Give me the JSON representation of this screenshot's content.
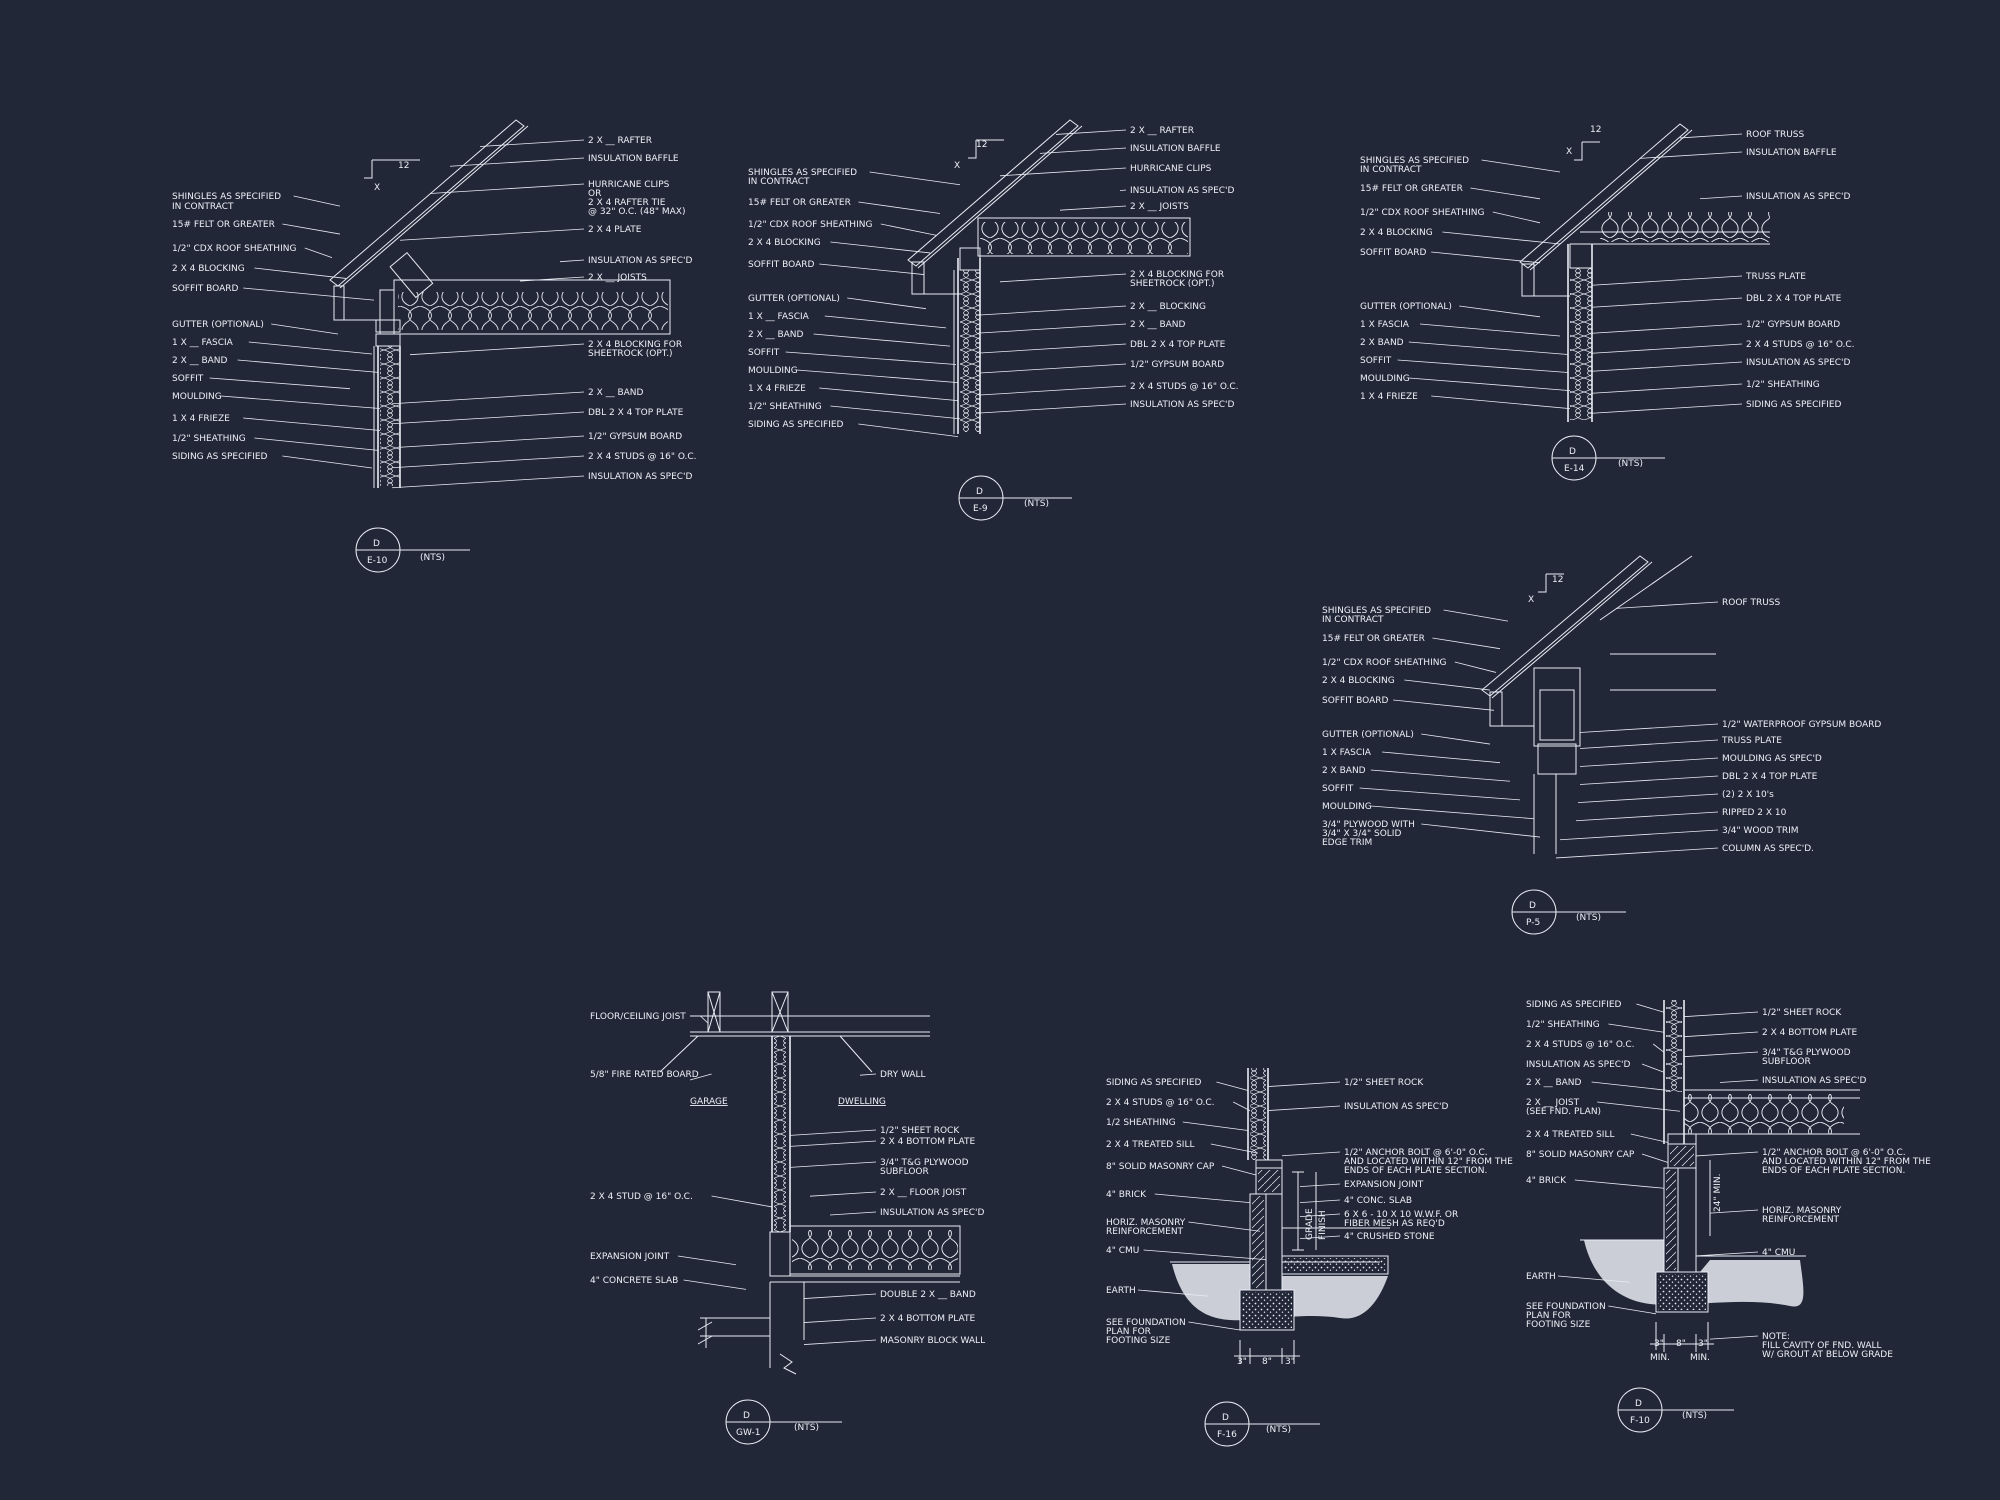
{
  "details": [
    {
      "id": "e10",
      "tag": {
        "letter": "D",
        "sheet": "E-10",
        "scale": "(NTS)"
      },
      "pitch": {
        "rise": "12",
        "marker": "X"
      },
      "left_labels": [
        "SHINGLES AS SPECIFIED",
        "IN CONTRACT",
        "15# FELT OR GREATER",
        "1/2\" CDX ROOF SHEATHING",
        "2 X 4 BLOCKING",
        "SOFFIT BOARD",
        "GUTTER (OPTIONAL)",
        "1 X __ FASCIA",
        "2 X __ BAND",
        "SOFFIT",
        "MOULDING",
        "1 X 4 FRIEZE",
        "1/2\" SHEATHING",
        "SIDING AS SPECIFIED"
      ],
      "right_labels": [
        "2 X __ RAFTER",
        "INSULATION BAFFLE",
        "HURRICANE CLIPS",
        "OR",
        "2 X 4 RAFTER TIE",
        "@ 32\" O.C. (48\" MAX)",
        "2 X 4 PLATE",
        "INSULATION AS SPEC'D",
        "2 X __ JOISTS",
        "2 X 4 BLOCKING FOR",
        "SHEETROCK (OPT.)",
        "2 X __ BAND",
        "DBL 2 X 4 TOP PLATE",
        "1/2\" GYPSUM BOARD",
        "2 X 4 STUDS @ 16\" O.C.",
        "INSULATION AS SPEC'D"
      ]
    },
    {
      "id": "e9",
      "tag": {
        "letter": "D",
        "sheet": "E-9",
        "scale": "(NTS)"
      },
      "pitch": {
        "rise": "12",
        "marker": "X"
      },
      "left_labels": [
        "SHINGLES AS SPECIFIED",
        "IN CONTRACT",
        "15# FELT OR GREATER",
        "1/2\" CDX ROOF SHEATHING",
        "2 X 4 BLOCKING",
        "SOFFIT BOARD",
        "GUTTER (OPTIONAL)",
        "1 X __ FASCIA",
        "2 X __ BAND",
        "SOFFIT",
        "MOULDING",
        "1 X 4 FRIEZE",
        "1/2\" SHEATHING",
        "SIDING AS SPECIFIED"
      ],
      "right_labels": [
        "2 X __ RAFTER",
        "INSULATION BAFFLE",
        "HURRICANE CLIPS",
        "INSULATION AS SPEC'D",
        "2 X __ JOISTS",
        "2 X 4 BLOCKING FOR",
        "SHEETROCK (OPT.)",
        "2 X __ BLOCKING",
        "2 X __ BAND",
        "DBL 2 X 4 TOP PLATE",
        "1/2\" GYPSUM BOARD",
        "2 X 4 STUDS @ 16\" O.C.",
        "INSULATION AS SPEC'D"
      ]
    },
    {
      "id": "e14",
      "tag": {
        "letter": "D",
        "sheet": "E-14",
        "scale": "(NTS)"
      },
      "pitch": {
        "rise": "12",
        "marker": "X"
      },
      "left_labels": [
        "SHINGLES AS SPECIFIED",
        "IN CONTRACT",
        "15# FELT OR GREATER",
        "1/2\" CDX ROOF SHEATHING",
        "2 X 4 BLOCKING",
        "SOFFIT BOARD",
        "GUTTER (OPTIONAL)",
        "1 X FASCIA",
        "2 X BAND",
        "SOFFIT",
        "MOULDING",
        "1 X 4 FRIEZE"
      ],
      "right_labels": [
        "ROOF TRUSS",
        "INSULATION BAFFLE",
        "INSULATION AS SPEC'D",
        "TRUSS PLATE",
        "DBL 2 X 4 TOP PLATE",
        "1/2\" GYPSUM BOARD",
        "2 X 4 STUDS @ 16\" O.C.",
        "INSULATION AS SPEC'D",
        "1/2\" SHEATHING",
        "SIDING AS SPECIFIED"
      ]
    },
    {
      "id": "p5",
      "tag": {
        "letter": "D",
        "sheet": "P-5",
        "scale": "(NTS)"
      },
      "pitch": {
        "rise": "12",
        "marker": "X"
      },
      "left_labels": [
        "SHINGLES AS SPECIFIED",
        "IN CONTRACT",
        "15# FELT OR GREATER",
        "1/2\" CDX ROOF SHEATHING",
        "2 X 4 BLOCKING",
        "SOFFIT BOARD",
        "GUTTER (OPTIONAL)",
        "1 X FASCIA",
        "2 X BAND",
        "SOFFIT",
        "MOULDING",
        "3/4\" PLYWOOD WITH",
        "3/4\" X 3/4\" SOLID",
        "EDGE TRIM"
      ],
      "right_labels": [
        "ROOF TRUSS",
        "1/2\" WATERPROOF GYPSUM BOARD",
        "TRUSS PLATE",
        "MOULDING AS SPEC'D",
        "DBL 2 X 4 TOP PLATE",
        "(2) 2 X 10's",
        "RIPPED 2 X 10",
        "3/4\" WOOD TRIM",
        "COLUMN AS SPEC'D."
      ]
    },
    {
      "id": "gw1",
      "tag": {
        "letter": "D",
        "sheet": "GW-1",
        "scale": "(NTS)"
      },
      "left_labels": [
        "FLOOR/CEILING JOIST",
        "5/8\" FIRE RATED BOARD",
        "2 X 4 STUD @ 16\" O.C.",
        "EXPANSION JOINT",
        "4\" CONCRETE SLAB"
      ],
      "room_labels": [
        "GARAGE",
        "DWELLING"
      ],
      "right_labels": [
        "DRY WALL",
        "1/2\" SHEET ROCK",
        "2 X 4 BOTTOM PLATE",
        "3/4\" T&G PLYWOOD",
        "SUBFLOOR",
        "2 X __ FLOOR JOIST",
        "INSULATION AS SPEC'D",
        "DOUBLE 2 X __ BAND",
        "2 X 4 BOTTOM PLATE",
        "MASONRY BLOCK WALL"
      ]
    },
    {
      "id": "f16",
      "tag": {
        "letter": "D",
        "sheet": "F-16",
        "scale": "(NTS)"
      },
      "left_labels": [
        "SIDING AS SPECIFIED",
        "2 X 4 STUDS @ 16\" O.C.",
        "1/2 SHEATHING",
        "2 X 4 TREATED SILL",
        "8\" SOLID MASONRY CAP",
        "4\" BRICK",
        "HORIZ. MASONRY",
        "REINFORCEMENT",
        "4\" CMU",
        "EARTH",
        "SEE FOUNDATION",
        "PLAN FOR",
        "FOOTING SIZE"
      ],
      "right_labels": [
        "1/2\" SHEET ROCK",
        "INSULATION AS SPEC'D",
        "1/2\" ANCHOR BOLT @ 6'-0\" O.C.",
        "AND LOCATED WITHIN 12\" FROM THE",
        "ENDS OF EACH PLATE SECTION.",
        "EXPANSION JOINT",
        "4\" CONC. SLAB",
        "6 X 6 - 10 X 10 W.W.F. OR",
        "FIBER MESH AS REQ'D",
        "4\" CRUSHED STONE"
      ],
      "dims": [
        "3\"",
        "8\"",
        "3\""
      ],
      "vertical_labels": [
        "GRADE",
        "FINISH"
      ]
    },
    {
      "id": "f10",
      "tag": {
        "letter": "D",
        "sheet": "F-10",
        "scale": "(NTS)"
      },
      "left_labels": [
        "SIDING AS SPECIFIED",
        "1/2\" SHEATHING",
        "2 X 4 STUDS @ 16\" O.C.",
        "INSULATION AS SPEC'D",
        "2 X __ BAND",
        "2 X __ JOIST",
        "(SEE FND. PLAN)",
        "2 X 4 TREATED SILL",
        "8\" SOLID MASONRY CAP",
        "4\" BRICK",
        "EARTH",
        "SEE FOUNDATION",
        "PLAN FOR",
        "FOOTING SIZE"
      ],
      "right_labels": [
        "1/2\" SHEET ROCK",
        "2 X 4 BOTTOM PLATE",
        "3/4\" T&G PLYWOOD",
        "SUBFLOOR",
        "INSULATION AS SPEC'D",
        "1/2\" ANCHOR BOLT @ 6'-0\" O.C.",
        "AND LOCATED WITHIN 12\" FROM THE",
        "ENDS OF EACH PLATE SECTION.",
        "HORIZ. MASONRY",
        "REINFORCEMENT",
        "4\" CMU",
        "NOTE:",
        "FILL CAVITY OF FND. WALL",
        "W/ GROUT AT BELOW GRADE"
      ],
      "dims": [
        "3\"",
        "8\"",
        "3\"",
        "MIN.",
        "MIN."
      ],
      "vertical_labels": [
        "24\" MIN."
      ]
    }
  ],
  "colors": {
    "background": "#222738",
    "linework": "#e9ecf3"
  }
}
